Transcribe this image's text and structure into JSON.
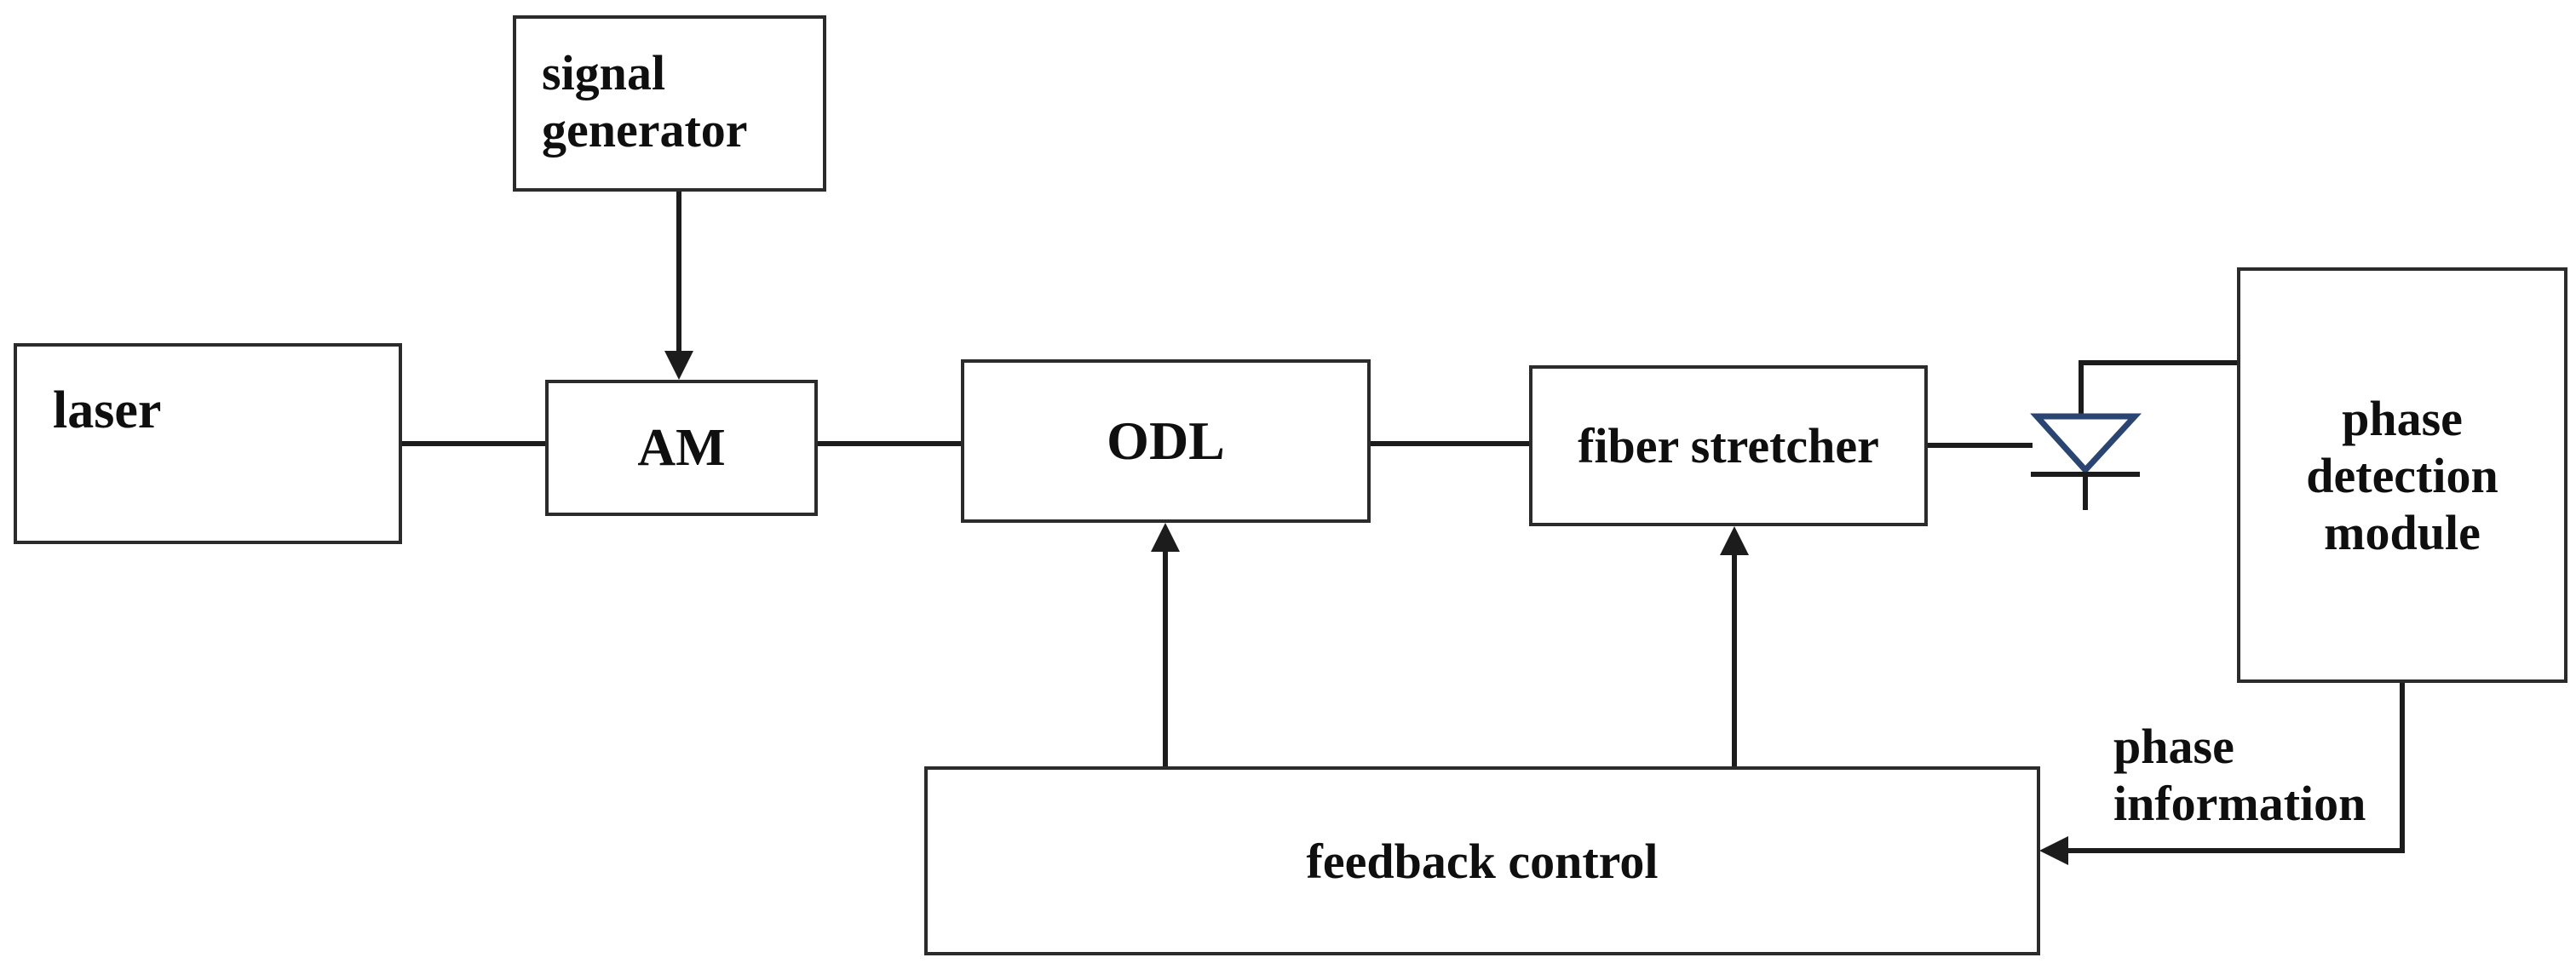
{
  "diagram": {
    "nodes": {
      "signal_generator": {
        "label": "signal generator"
      },
      "laser": {
        "label": "laser"
      },
      "am": {
        "label": "AM"
      },
      "odl": {
        "label": "ODL"
      },
      "fiber_stretcher": {
        "label": "fiber stretcher"
      },
      "phase_detection_module": {
        "label": "phase detection module"
      },
      "feedback_control": {
        "label": "feedback control"
      }
    },
    "annotations": {
      "phase_information": {
        "label": "phase information"
      }
    },
    "icons": {
      "photodiode": "photodiode-symbol"
    },
    "connections": [
      {
        "from": "signal generator",
        "to": "AM",
        "type": "arrow"
      },
      {
        "from": "laser",
        "to": "AM",
        "type": "line"
      },
      {
        "from": "AM",
        "to": "ODL",
        "type": "line"
      },
      {
        "from": "ODL",
        "to": "fiber stretcher",
        "type": "line"
      },
      {
        "from": "fiber stretcher",
        "to": "photodiode",
        "type": "line"
      },
      {
        "from": "photodiode",
        "to": "phase detection module",
        "type": "line"
      },
      {
        "from": "phase detection module",
        "to": "feedback control",
        "type": "arrow",
        "label": "phase information"
      },
      {
        "from": "feedback control",
        "to": "ODL",
        "type": "arrow"
      },
      {
        "from": "feedback control",
        "to": "fiber stretcher",
        "type": "arrow"
      }
    ],
    "colors": {
      "line": "#1c1c1c",
      "box_border": "#2b2b2b",
      "photodiode_outline": "#2a4571",
      "background": "#ffffff",
      "text": "#0f0f0f"
    }
  }
}
